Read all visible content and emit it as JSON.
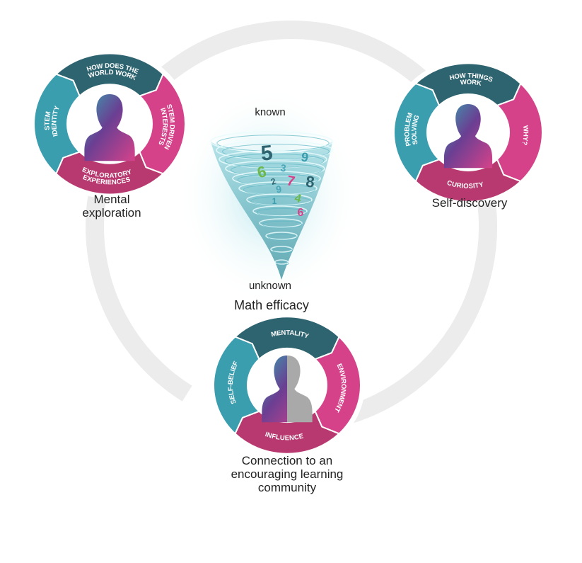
{
  "colors": {
    "teal_dark": "#2e6470",
    "teal": "#3a9eaf",
    "magenta": "#d6428a",
    "purple_magenta": "#b8396f",
    "ring_gray": "#ececec",
    "purple": "#5b3f8e"
  },
  "tornado": {
    "top_label": "known",
    "bottom_label": "unknown",
    "caption": "Math efficacy",
    "numbers": [
      "5",
      "9",
      "6",
      "3",
      "2",
      "7",
      "8",
      "9",
      "4",
      "6",
      "1"
    ]
  },
  "wheels": {
    "mental": {
      "caption_line1": "Mental",
      "caption_line2": "exploration",
      "segments": [
        {
          "line1": "HOW DOES THE",
          "line2": "WORLD WORK",
          "color": "#2e6470"
        },
        {
          "line1": "STEM DRIVEN",
          "line2": "INTERESTS",
          "color": "#d6428a"
        },
        {
          "line1": "EXPLORATORY",
          "line2": "EXPERIENCES",
          "color": "#b8396f"
        },
        {
          "line1": "STEM",
          "line2": "IDENTITY",
          "color": "#3a9eaf"
        }
      ]
    },
    "self": {
      "caption": "Self-discovery",
      "segments": [
        {
          "line1": "HOW THINGS",
          "line2": "WORK",
          "color": "#2e6470"
        },
        {
          "line1": "WHY?",
          "line2": "",
          "color": "#d6428a"
        },
        {
          "line1": "CURIOSITY",
          "line2": "",
          "color": "#b8396f"
        },
        {
          "line1": "PROBLEM",
          "line2": "SOLVING",
          "color": "#3a9eaf"
        }
      ]
    },
    "community": {
      "caption_line1": "Connection to an",
      "caption_line2": "encouraging learning",
      "caption_line3": "community",
      "segments": [
        {
          "line1": "MENTALITY",
          "line2": "",
          "color": "#2e6470"
        },
        {
          "line1": "ENVIRONMENT",
          "line2": "",
          "color": "#d6428a"
        },
        {
          "line1": "INFLUENCE",
          "line2": "",
          "color": "#b8396f"
        },
        {
          "line1": "SELF-BELIEF",
          "line2": "",
          "color": "#3a9eaf"
        }
      ]
    }
  }
}
